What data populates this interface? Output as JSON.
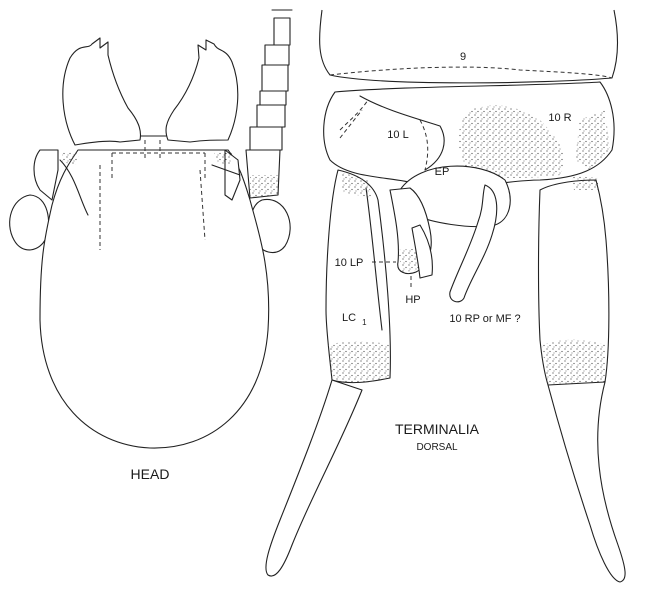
{
  "head": {
    "caption": "HEAD"
  },
  "terminalia": {
    "caption": "TERMINALIA",
    "subcaption": "DORSAL",
    "labels": {
      "segment9": "9",
      "tenL": "10 L",
      "tenR": "10 R",
      "ep": "EP",
      "tenLP": "10 LP",
      "hp": "HP",
      "lc": "LC",
      "lcSub": "1",
      "tenRP": "10 RP or MF ?"
    }
  }
}
